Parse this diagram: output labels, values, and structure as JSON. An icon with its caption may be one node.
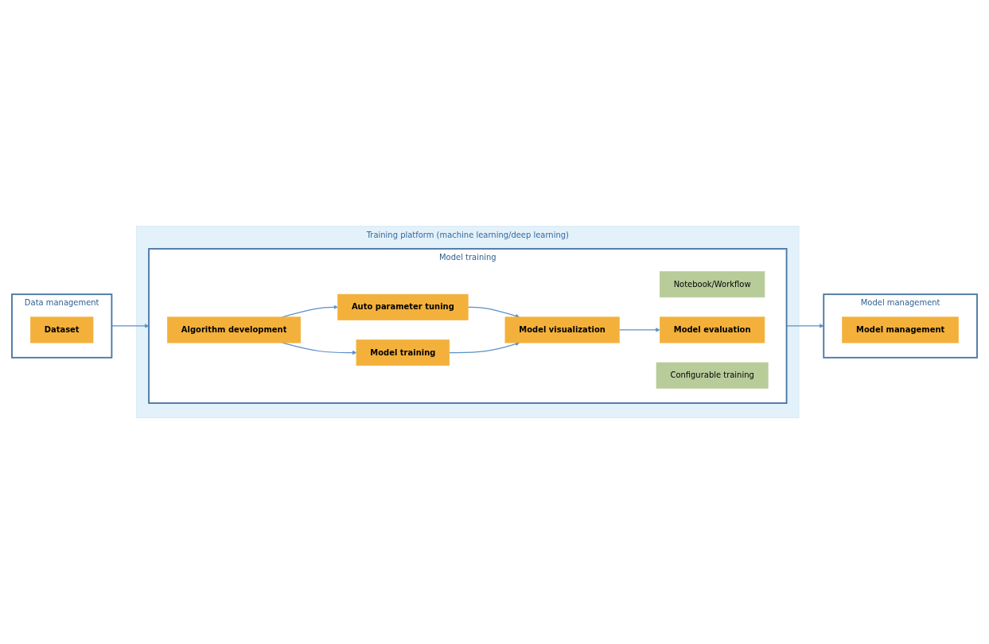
{
  "diagram": {
    "nodes": [
      {
        "text": [
          "Data management"
        ]
      },
      {
        "text": [
          "Dataset"
        ],
        "in": 0
      },
      {
        "text": [
          "Training platform (machine learning/deep learning)"
        ]
      },
      {
        "text": [
          "Model training"
        ],
        "in": 2
      },
      {
        "text": [
          "Notebook/Workflow"
        ],
        "in": 3
      },
      {
        "text": [
          "Configurable training"
        ],
        "in": 3
      },
      {
        "text": [
          "Algorithm development"
        ],
        "in": 3
      },
      {
        "text": [
          "Auto parameter tuning"
        ],
        "in": 3
      },
      {
        "text": [
          "Model training"
        ],
        "in": 3
      },
      {
        "text": [
          "Model visualization"
        ],
        "in": 3
      },
      {
        "text": [
          "Model evaluation"
        ],
        "in": 3
      },
      {
        "text": [
          "Model management"
        ]
      },
      {
        "text": [
          "Model management"
        ],
        "in": 11
      }
    ],
    "edges": [
      {
        "from": 0,
        "to": 3,
        "arrow": "to"
      },
      {
        "from": 6,
        "to": 7,
        "arrow": "to"
      },
      {
        "from": 6,
        "to": 8,
        "arrow": "to"
      },
      {
        "from": 7,
        "to": 9,
        "arrow": "to"
      },
      {
        "from": 8,
        "to": 9,
        "arrow": "to"
      },
      {
        "from": 9,
        "to": 10,
        "arrow": "to"
      },
      {
        "from": 3,
        "to": 11,
        "arrow": "to"
      }
    ]
  }
}
